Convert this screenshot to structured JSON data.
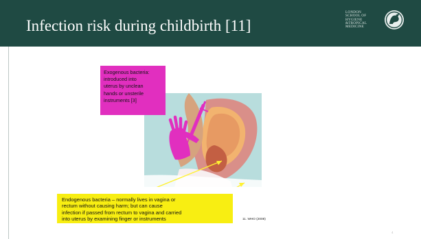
{
  "slide": {
    "title": "Infection risk during childbirth [11]",
    "logo_text": "LONDON\nSCHOOL of\nHYGIENE\n&TROPICAL\nMEDICINE",
    "callouts": {
      "exogenous": "Exogenous bacteria:\nintroduced into\nuterus by unclean\nhands or unsterile\ninstruments [3]",
      "endogenous": "Endogenous bacteria – normally lives in vagina or\nrectum without causing harm; but can cause\ninfection if passed from rectum to vagina and carried\ninto uterus by examining finger or instruments"
    },
    "citation": "11. WHO (2008)",
    "page_number": "4"
  },
  "colors": {
    "header": "#1f4a43",
    "exogenous_callout": "#e12fbf",
    "endogenous_callout": "#f8ee12",
    "arrow": "#fff133"
  },
  "icons": [
    "crest-icon",
    "hand-icon",
    "syringe-icon"
  ]
}
